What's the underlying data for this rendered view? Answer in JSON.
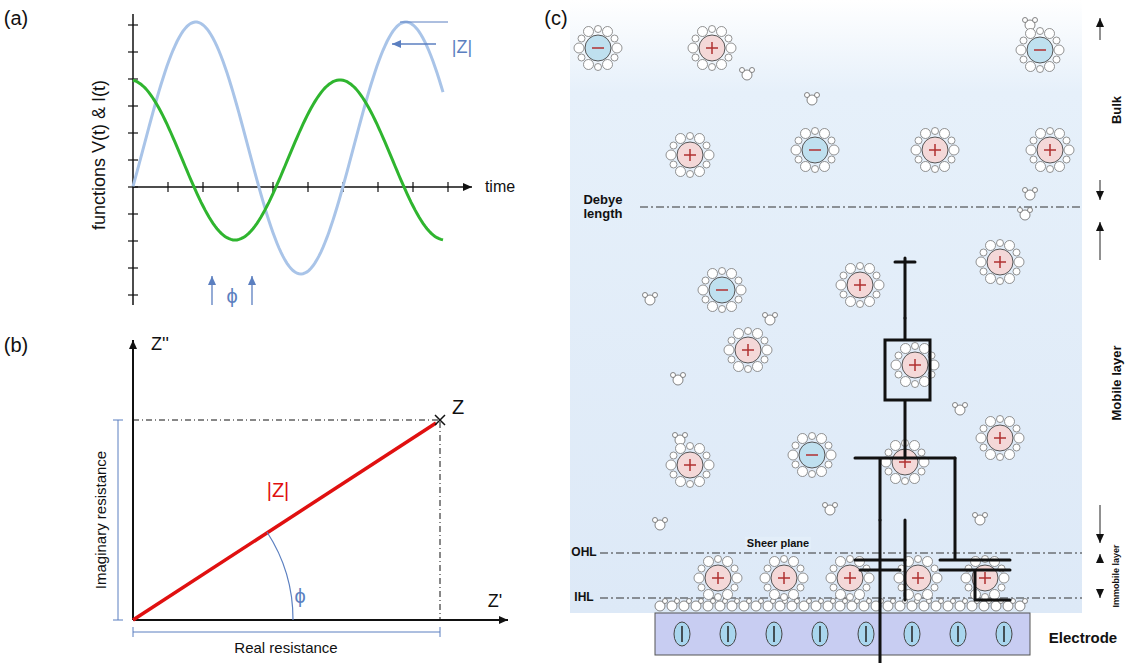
{
  "diagram": {
    "labels": [
      "(a)",
      "functions V(t) & I(t)",
      "time",
      "|Z|",
      "ϕ",
      "(b)",
      "Z''",
      "Z'",
      "Z",
      "|Z|",
      "ϕ",
      "Imaginary resistance",
      "Real resistance",
      "(c)",
      "Bulk",
      "Debye length",
      "Mobile layer",
      "Sheer plane",
      "OHL",
      "IHL",
      "Immobile layer",
      "Electrode"
    ]
  }
}
